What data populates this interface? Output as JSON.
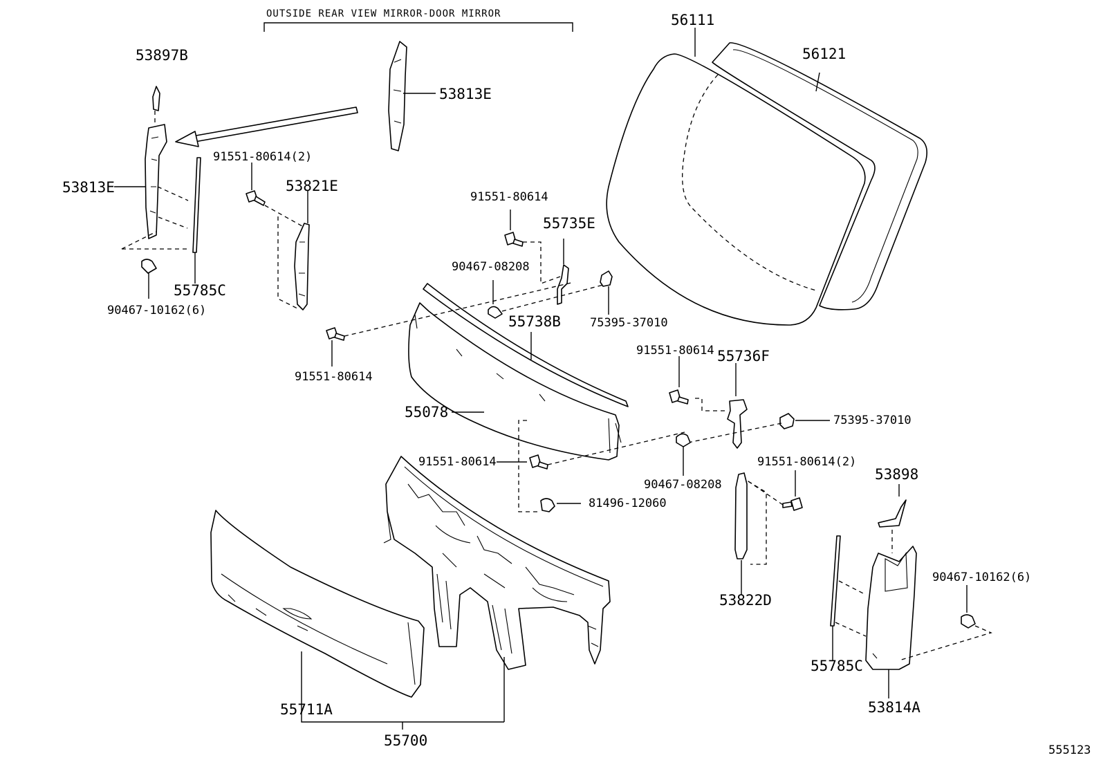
{
  "header": {
    "group_label": "OUTSIDE REAR VIEW MIRROR-DOOR MIRROR"
  },
  "diagram_id": "555123",
  "labels": {
    "p53897B": "53897B",
    "p53813E_left": "53813E",
    "p53813E_top": "53813E",
    "p91551_80614_2_left": "91551-80614(2)",
    "p53821E": "53821E",
    "p55785C_left": "55785C",
    "p90467_10162_6_left": "90467-10162(6)",
    "p56111": "56111",
    "p56121": "56121",
    "p91551_80614_top": "91551-80614",
    "p55735E": "55735E",
    "p90467_08208_top": "90467-08208",
    "p55738B": "55738B",
    "p75395_37010_top": "75395-37010",
    "p91551_80614_mid": "91551-80614",
    "p91551_80614_right": "91551-80614",
    "p55736F": "55736F",
    "p55078": "55078",
    "p75395_37010_right": "75395-37010",
    "p91551_80614_low": "91551-80614",
    "p90467_08208_low": "90467-08208",
    "p91551_80614_2_right": "91551-80614(2)",
    "p81496_12060": "81496-12060",
    "p53898": "53898",
    "p90467_10162_6_right": "90467-10162(6)",
    "p53822D": "53822D",
    "p55785C_right": "55785C",
    "p53814A": "53814A",
    "p55711A": "55711A",
    "p55700": "55700"
  }
}
